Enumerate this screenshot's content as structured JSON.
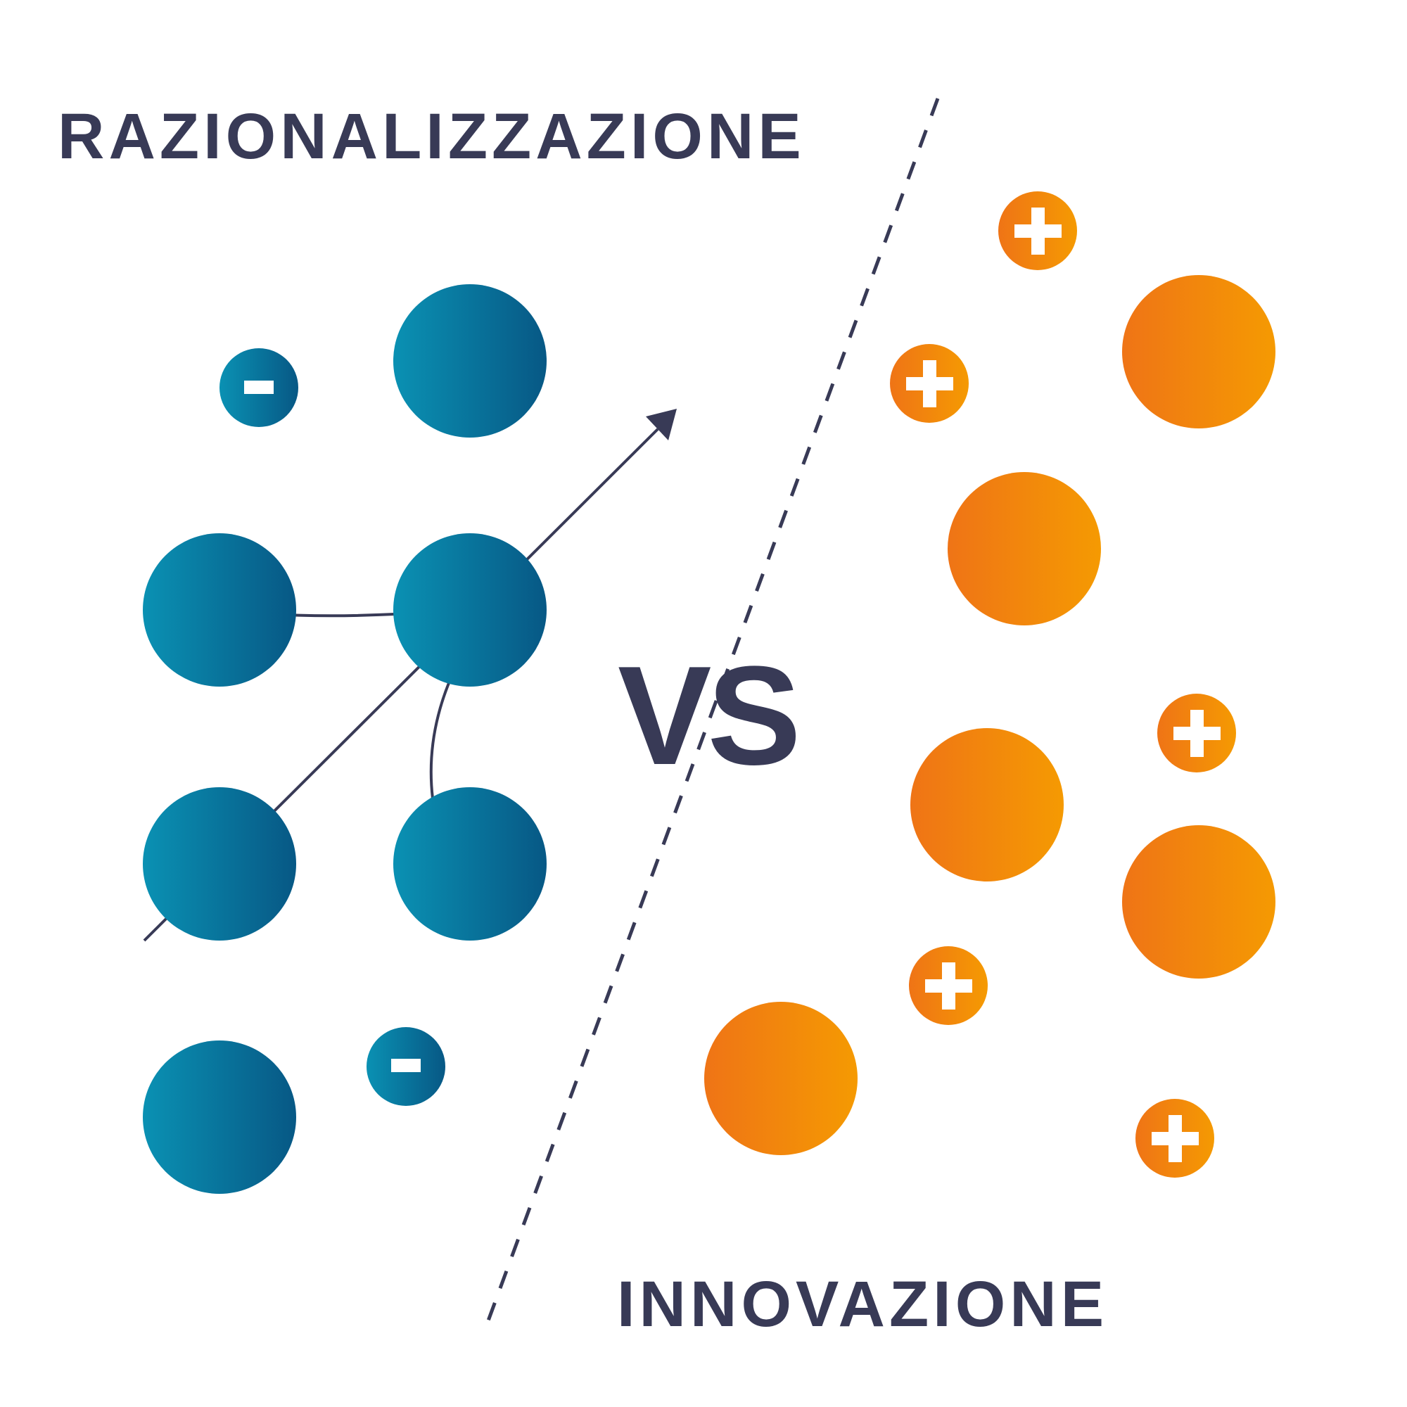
{
  "labels": {
    "left_title": "RAZIONALIZZAZIONE",
    "right_title": "INNOVAZIONE",
    "versus": "VS"
  },
  "colors": {
    "text": "#383a56",
    "blue_start": "#0a91b3",
    "blue_end": "#075885",
    "orange_start": "#ef7416",
    "orange_end": "#f59a02",
    "line": "#383a56"
  },
  "icons": {
    "minus": "minus-icon",
    "plus": "plus-icon",
    "arrow": "arrow-head-icon"
  }
}
